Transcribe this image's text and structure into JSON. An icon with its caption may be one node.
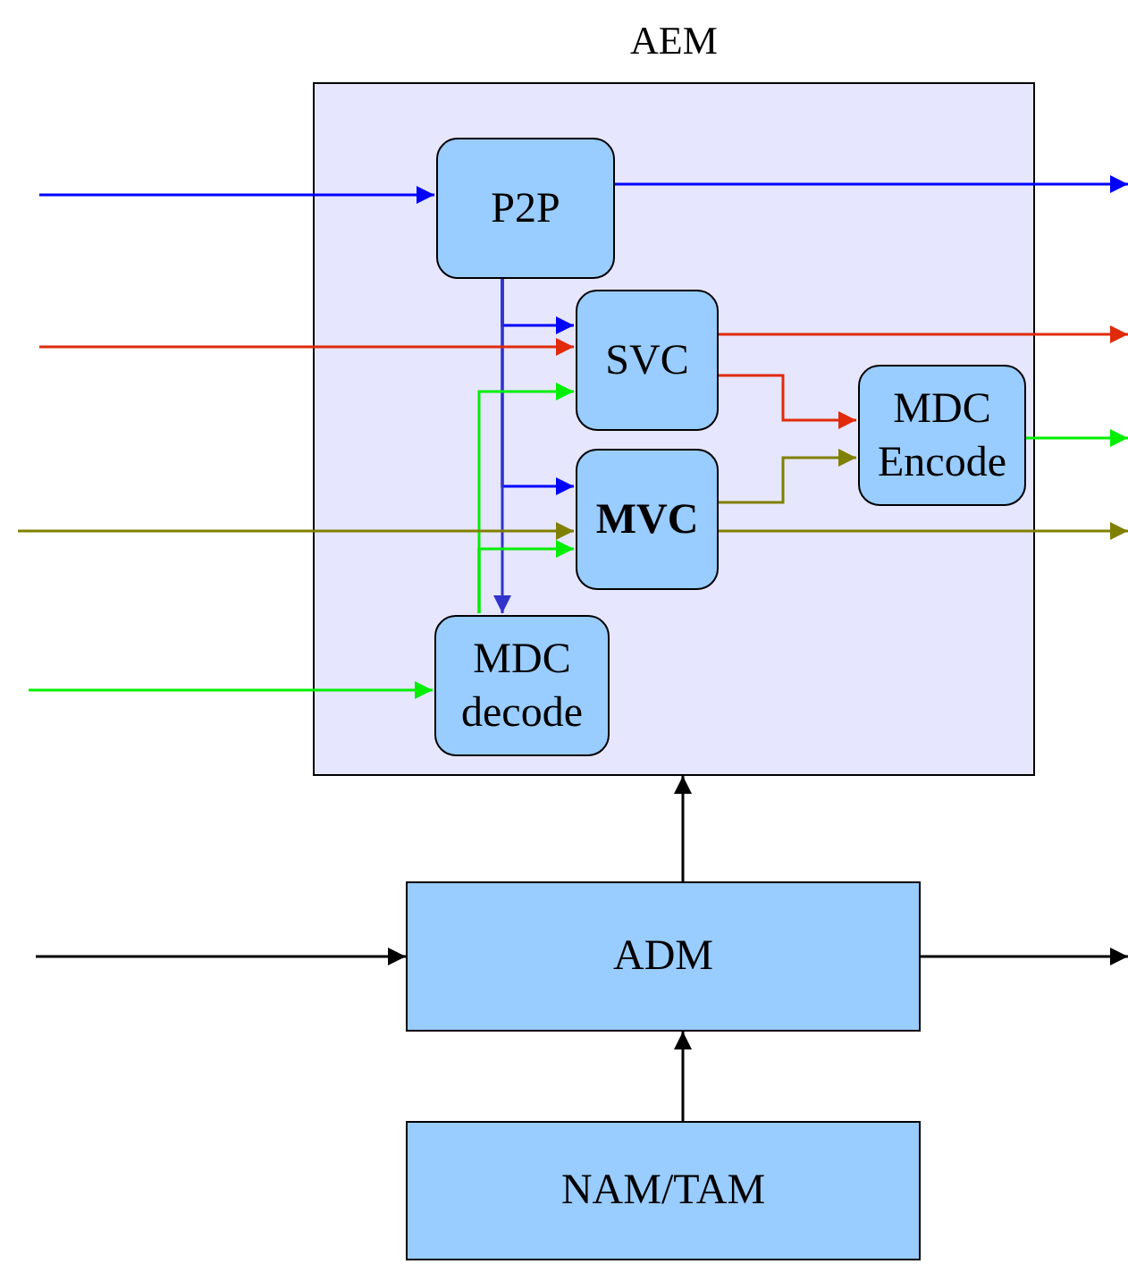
{
  "diagram": {
    "nodes": [
      {
        "text": [
          "AEM"
        ]
      },
      {
        "text": [
          "P2P"
        ],
        "in": 0
      },
      {
        "text": [
          "SVC"
        ],
        "in": 0
      },
      {
        "text": [
          "MVC"
        ],
        "in": 0
      },
      {
        "text": [
          "MDC Encode"
        ],
        "in": 0
      },
      {
        "text": [
          "MDC decode"
        ],
        "in": 0
      },
      {
        "text": [
          "ADM"
        ]
      },
      {
        "text": [
          "NAM/TAM"
        ]
      }
    ],
    "edges": [
      {
        "from": null,
        "to": 1,
        "arrow": "to",
        "color": "#0000ff"
      },
      {
        "from": 1,
        "to": null,
        "arrow": "to",
        "color": "#0000ff"
      },
      {
        "from": 1,
        "to": 2,
        "arrow": "to",
        "color": "#0000ff"
      },
      {
        "from": 1,
        "to": 3,
        "arrow": "to",
        "color": "#0000ff"
      },
      {
        "from": 1,
        "to": 5,
        "arrow": "to",
        "color": "#3333cc"
      },
      {
        "from": null,
        "to": 2,
        "arrow": "to",
        "color": "#e02a0a"
      },
      {
        "from": 2,
        "to": null,
        "arrow": "to",
        "color": "#e02a0a"
      },
      {
        "from": 2,
        "to": 4,
        "arrow": "to",
        "color": "#e02a0a"
      },
      {
        "from": 5,
        "to": 2,
        "arrow": "to",
        "color": "#00ee00"
      },
      {
        "from": 5,
        "to": 3,
        "arrow": "to",
        "color": "#00ee00"
      },
      {
        "from": null,
        "to": 3,
        "arrow": "to",
        "color": "#808000"
      },
      {
        "from": 3,
        "to": null,
        "arrow": "to",
        "color": "#808000"
      },
      {
        "from": 3,
        "to": 4,
        "arrow": "to",
        "color": "#808000"
      },
      {
        "from": null,
        "to": 5,
        "arrow": "to",
        "color": "#00ee00"
      },
      {
        "from": 4,
        "to": null,
        "arrow": "to",
        "color": "#00ee00"
      },
      {
        "from": 6,
        "to": 0,
        "arrow": "to",
        "color": "#000000"
      },
      {
        "from": 7,
        "to": 6,
        "arrow": "to",
        "color": "#000000"
      },
      {
        "from": null,
        "to": 6,
        "arrow": "to",
        "color": "#000000"
      },
      {
        "from": 6,
        "to": null,
        "arrow": "to",
        "color": "#000000"
      }
    ]
  }
}
